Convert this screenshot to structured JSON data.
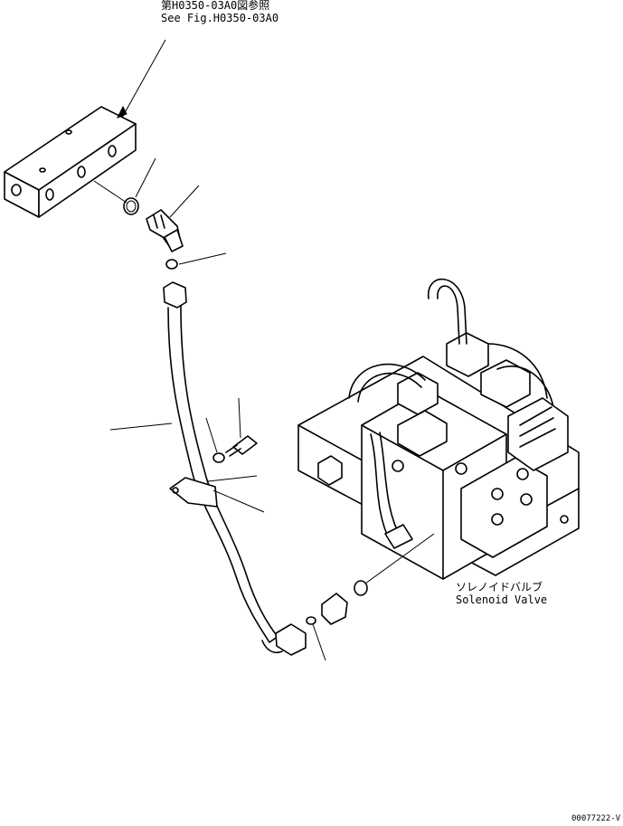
{
  "reference": {
    "line_jp": "第H0350-03A0図参照",
    "line_en": "See Fig.H0350-03A0"
  },
  "solenoid_label": {
    "jp": "ソレノイドバルブ",
    "en": "Solenoid Valve"
  },
  "drawing_number": "00077222-V"
}
